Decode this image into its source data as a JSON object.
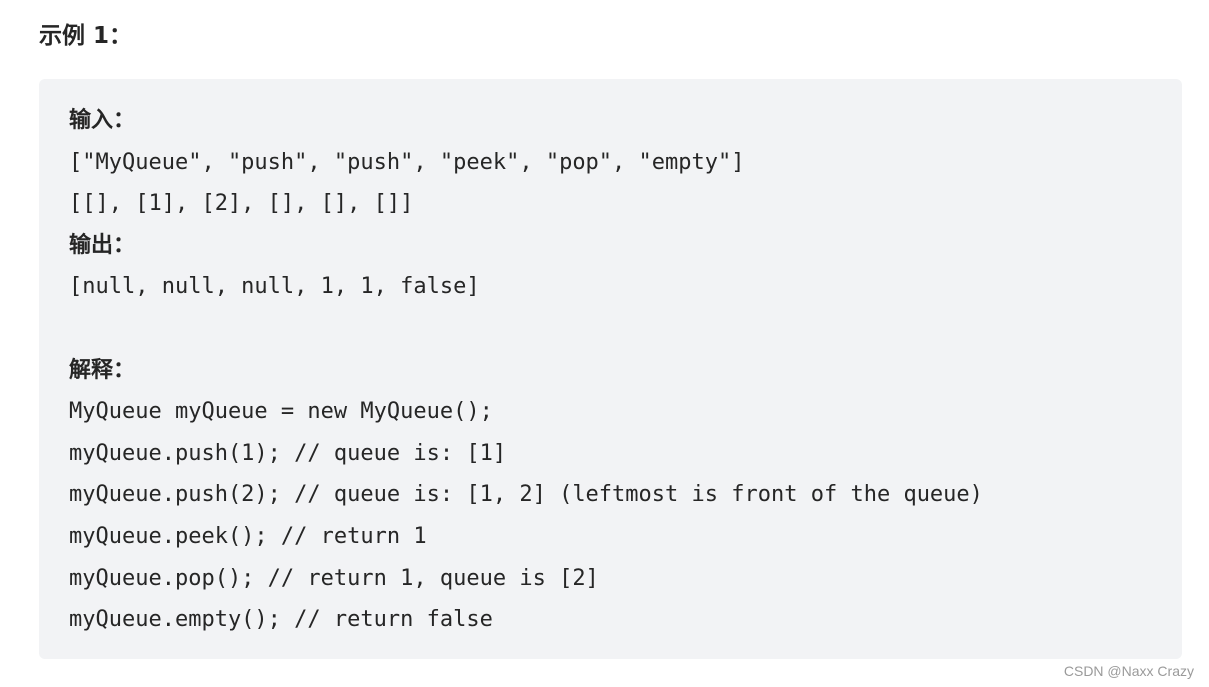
{
  "heading": "示例 1：",
  "code_lines": [
    "输入：",
    "[\"MyQueue\", \"push\", \"push\", \"peek\", \"pop\", \"empty\"]",
    "[[], [1], [2], [], [], []]",
    "输出：",
    "[null, null, null, 1, 1, false]",
    "",
    "解释：",
    "MyQueue myQueue = new MyQueue();",
    "myQueue.push(1); // queue is: [1]",
    "myQueue.push(2); // queue is: [1, 2] (leftmost is front of the queue)",
    "myQueue.peek(); // return 1",
    "myQueue.pop(); // return 1, queue is [2]",
    "myQueue.empty(); // return false"
  ],
  "watermark": "CSDN @Naxx Crazy"
}
